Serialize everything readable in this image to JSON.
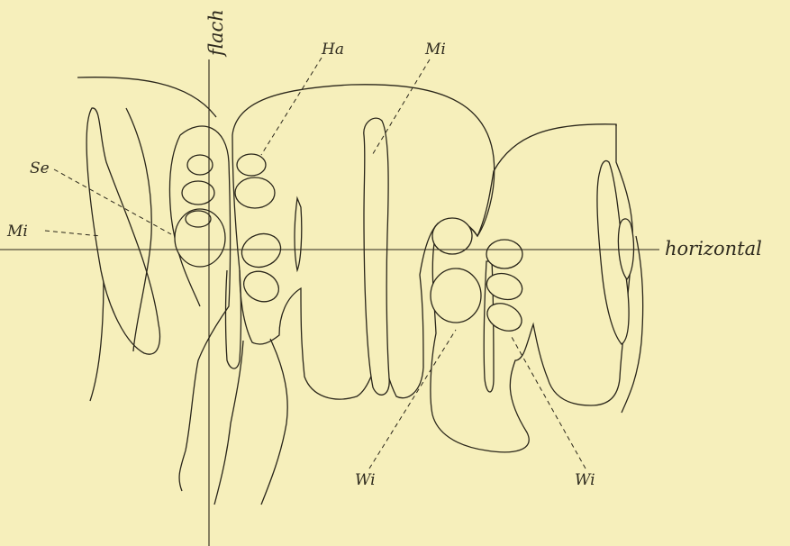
{
  "labels": {
    "axis_vertical": "flach",
    "axis_horizontal": "horizontal",
    "ha": "Ha",
    "mi_top": "Mi",
    "se": "Se",
    "mi_left": "Mi",
    "wi_left": "Wi",
    "wi_right": "Wi"
  },
  "colors": {
    "background": "#f6efbb",
    "ink": "#2a261a",
    "stipple": "#6b6240"
  }
}
